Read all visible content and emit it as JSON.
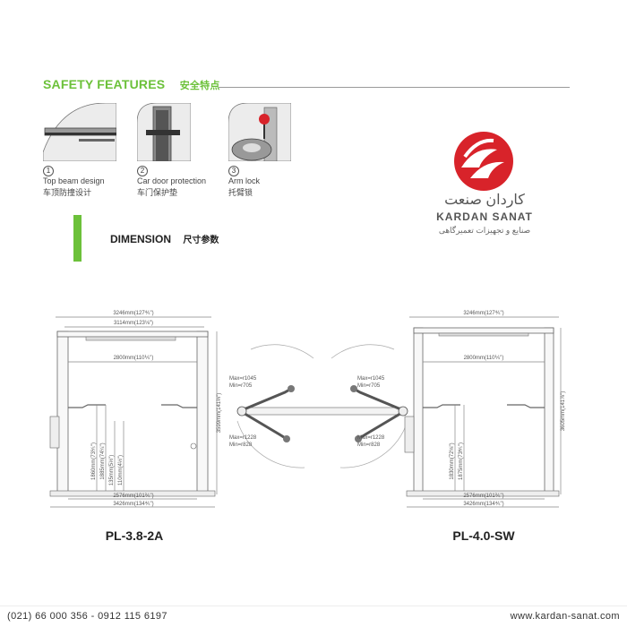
{
  "safety": {
    "title": "SAFETY FEATURES",
    "title_cn": "安全特点"
  },
  "features": [
    {
      "num": "1",
      "en": "Top beam design",
      "cn": "车顶防撞设计"
    },
    {
      "num": "2",
      "en": "Car door protection",
      "cn": "车门保护垫"
    },
    {
      "num": "3",
      "en": "Arm lock",
      "cn": "托臂锁"
    }
  ],
  "logo": {
    "fa": "کاردان صنعت",
    "en": "KARDAN SANAT",
    "sub_fa": "صنایع و تجهیزات تعمیرگاهی"
  },
  "dimension": {
    "title": "DIMENSION",
    "title_cn": "尺寸参数"
  },
  "left_drawing": {
    "top_width": "3246mm(127⅘\")",
    "inner_top_width": "3114mm(123⅛\")",
    "inner_width": "2800mm(110⅕\")",
    "height": "3599mm(141⅔\")",
    "h1": "1860mm(73⅕\")",
    "h2": "1885mm(74¼\")",
    "h3": "135mm(5⅓\")",
    "h4": "110mm(4⅓\")",
    "base_inner": "2576mm(101⅖\")",
    "base_outer": "3426mm(134⅘\")",
    "model": "PL-3.8-2A"
  },
  "arms": {
    "left_upper_max": "Max=r1045",
    "left_upper_min": "Min=r705",
    "left_lower_max": "Max=r1228",
    "left_lower_min": "Min=r828",
    "right_upper_max": "Max=r1045",
    "right_upper_min": "Min=r705",
    "right_lower_max": "Max=r1228",
    "right_lower_min": "Min=r828"
  },
  "right_drawing": {
    "top_width": "3246mm(127⅘\")",
    "inner_width": "2800mm(110⅕\")",
    "height": "3605mm(141⅞\")",
    "h1": "1830mm(72⅛\")",
    "h2": "1875mm(73⅘\")",
    "base_inner": "2576mm(101⅖\")",
    "base_outer": "3426mm(134⅘\")",
    "model": "PL-4.0-SW"
  },
  "footer": {
    "phone": "(021) 66 000 356 - 0912 115 6197",
    "website": "www.kardan-sanat.com"
  },
  "colors": {
    "accent": "#6cc13a",
    "logo_red": "#d8232a"
  }
}
